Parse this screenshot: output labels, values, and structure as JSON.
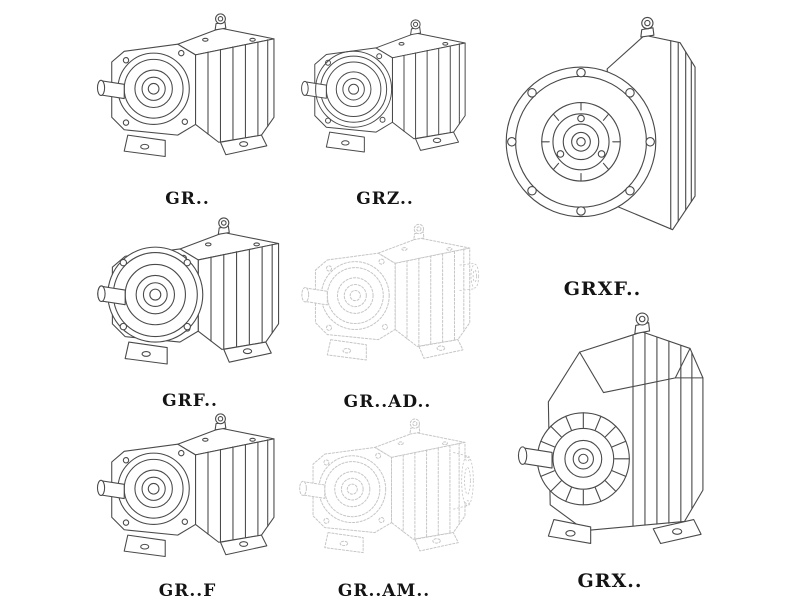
{
  "page": {
    "background": "#ffffff",
    "description": "Catalog sheet of helical gear reducer series line drawings"
  },
  "colors": {
    "line": "#4a4a4a",
    "ghost_line": "#c6c6c6",
    "label_text": "#141414",
    "background": "#ffffff"
  },
  "figures": [
    {
      "id": "gr",
      "label": "GR..",
      "drawing": "inline-foot-mounted-gearbox",
      "style": "solid"
    },
    {
      "id": "grz",
      "label": "GRZ..",
      "drawing": "inline-foot-mounted-gearbox",
      "style": "solid"
    },
    {
      "id": "grxf",
      "label": "GRXF..",
      "drawing": "flange-mounted-gearbox-front-view",
      "style": "solid"
    },
    {
      "id": "grf",
      "label": "GRF..",
      "drawing": "flange-foot-gearbox",
      "style": "solid"
    },
    {
      "id": "gr-ad",
      "label": "GR..AD..",
      "drawing": "gearbox-with-input-adapter",
      "style": "ghost"
    },
    {
      "id": "gr-f",
      "label": "GR..F",
      "drawing": "inline-foot-mounted-gearbox",
      "style": "solid"
    },
    {
      "id": "gr-am",
      "label": "GR..AM..",
      "drawing": "gearbox-with-motor-adapter-flange",
      "style": "ghost"
    },
    {
      "id": "grx",
      "label": "GRX..",
      "drawing": "large-foot-mounted-gearbox",
      "style": "solid"
    }
  ]
}
